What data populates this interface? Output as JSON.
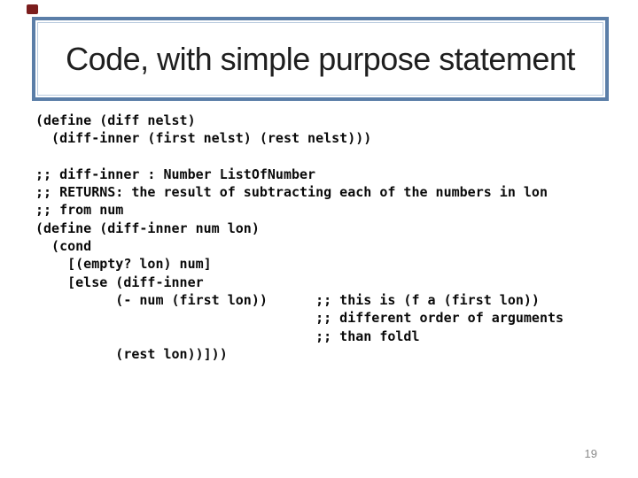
{
  "slide": {
    "title": "Code, with simple purpose statement",
    "page_number": "19",
    "accent_border_color": "#5b7ea8",
    "corner_mark_color": "#7b1d1d"
  },
  "code": {
    "lines": [
      "(define (diff nelst)",
      "  (diff-inner (first nelst) (rest nelst)))",
      "",
      ";; diff-inner : Number ListOfNumber",
      ";; RETURNS: the result of subtracting each of the numbers in lon",
      ";; from num",
      "(define (diff-inner num lon)",
      "  (cond",
      "    [(empty? lon) num]",
      "    [else (diff-inner",
      "          (- num (first lon))      ;; this is (f a (first lon))",
      "                                   ;; different order of arguments",
      "                                   ;; than foldl",
      "          (rest lon))]))"
    ]
  }
}
